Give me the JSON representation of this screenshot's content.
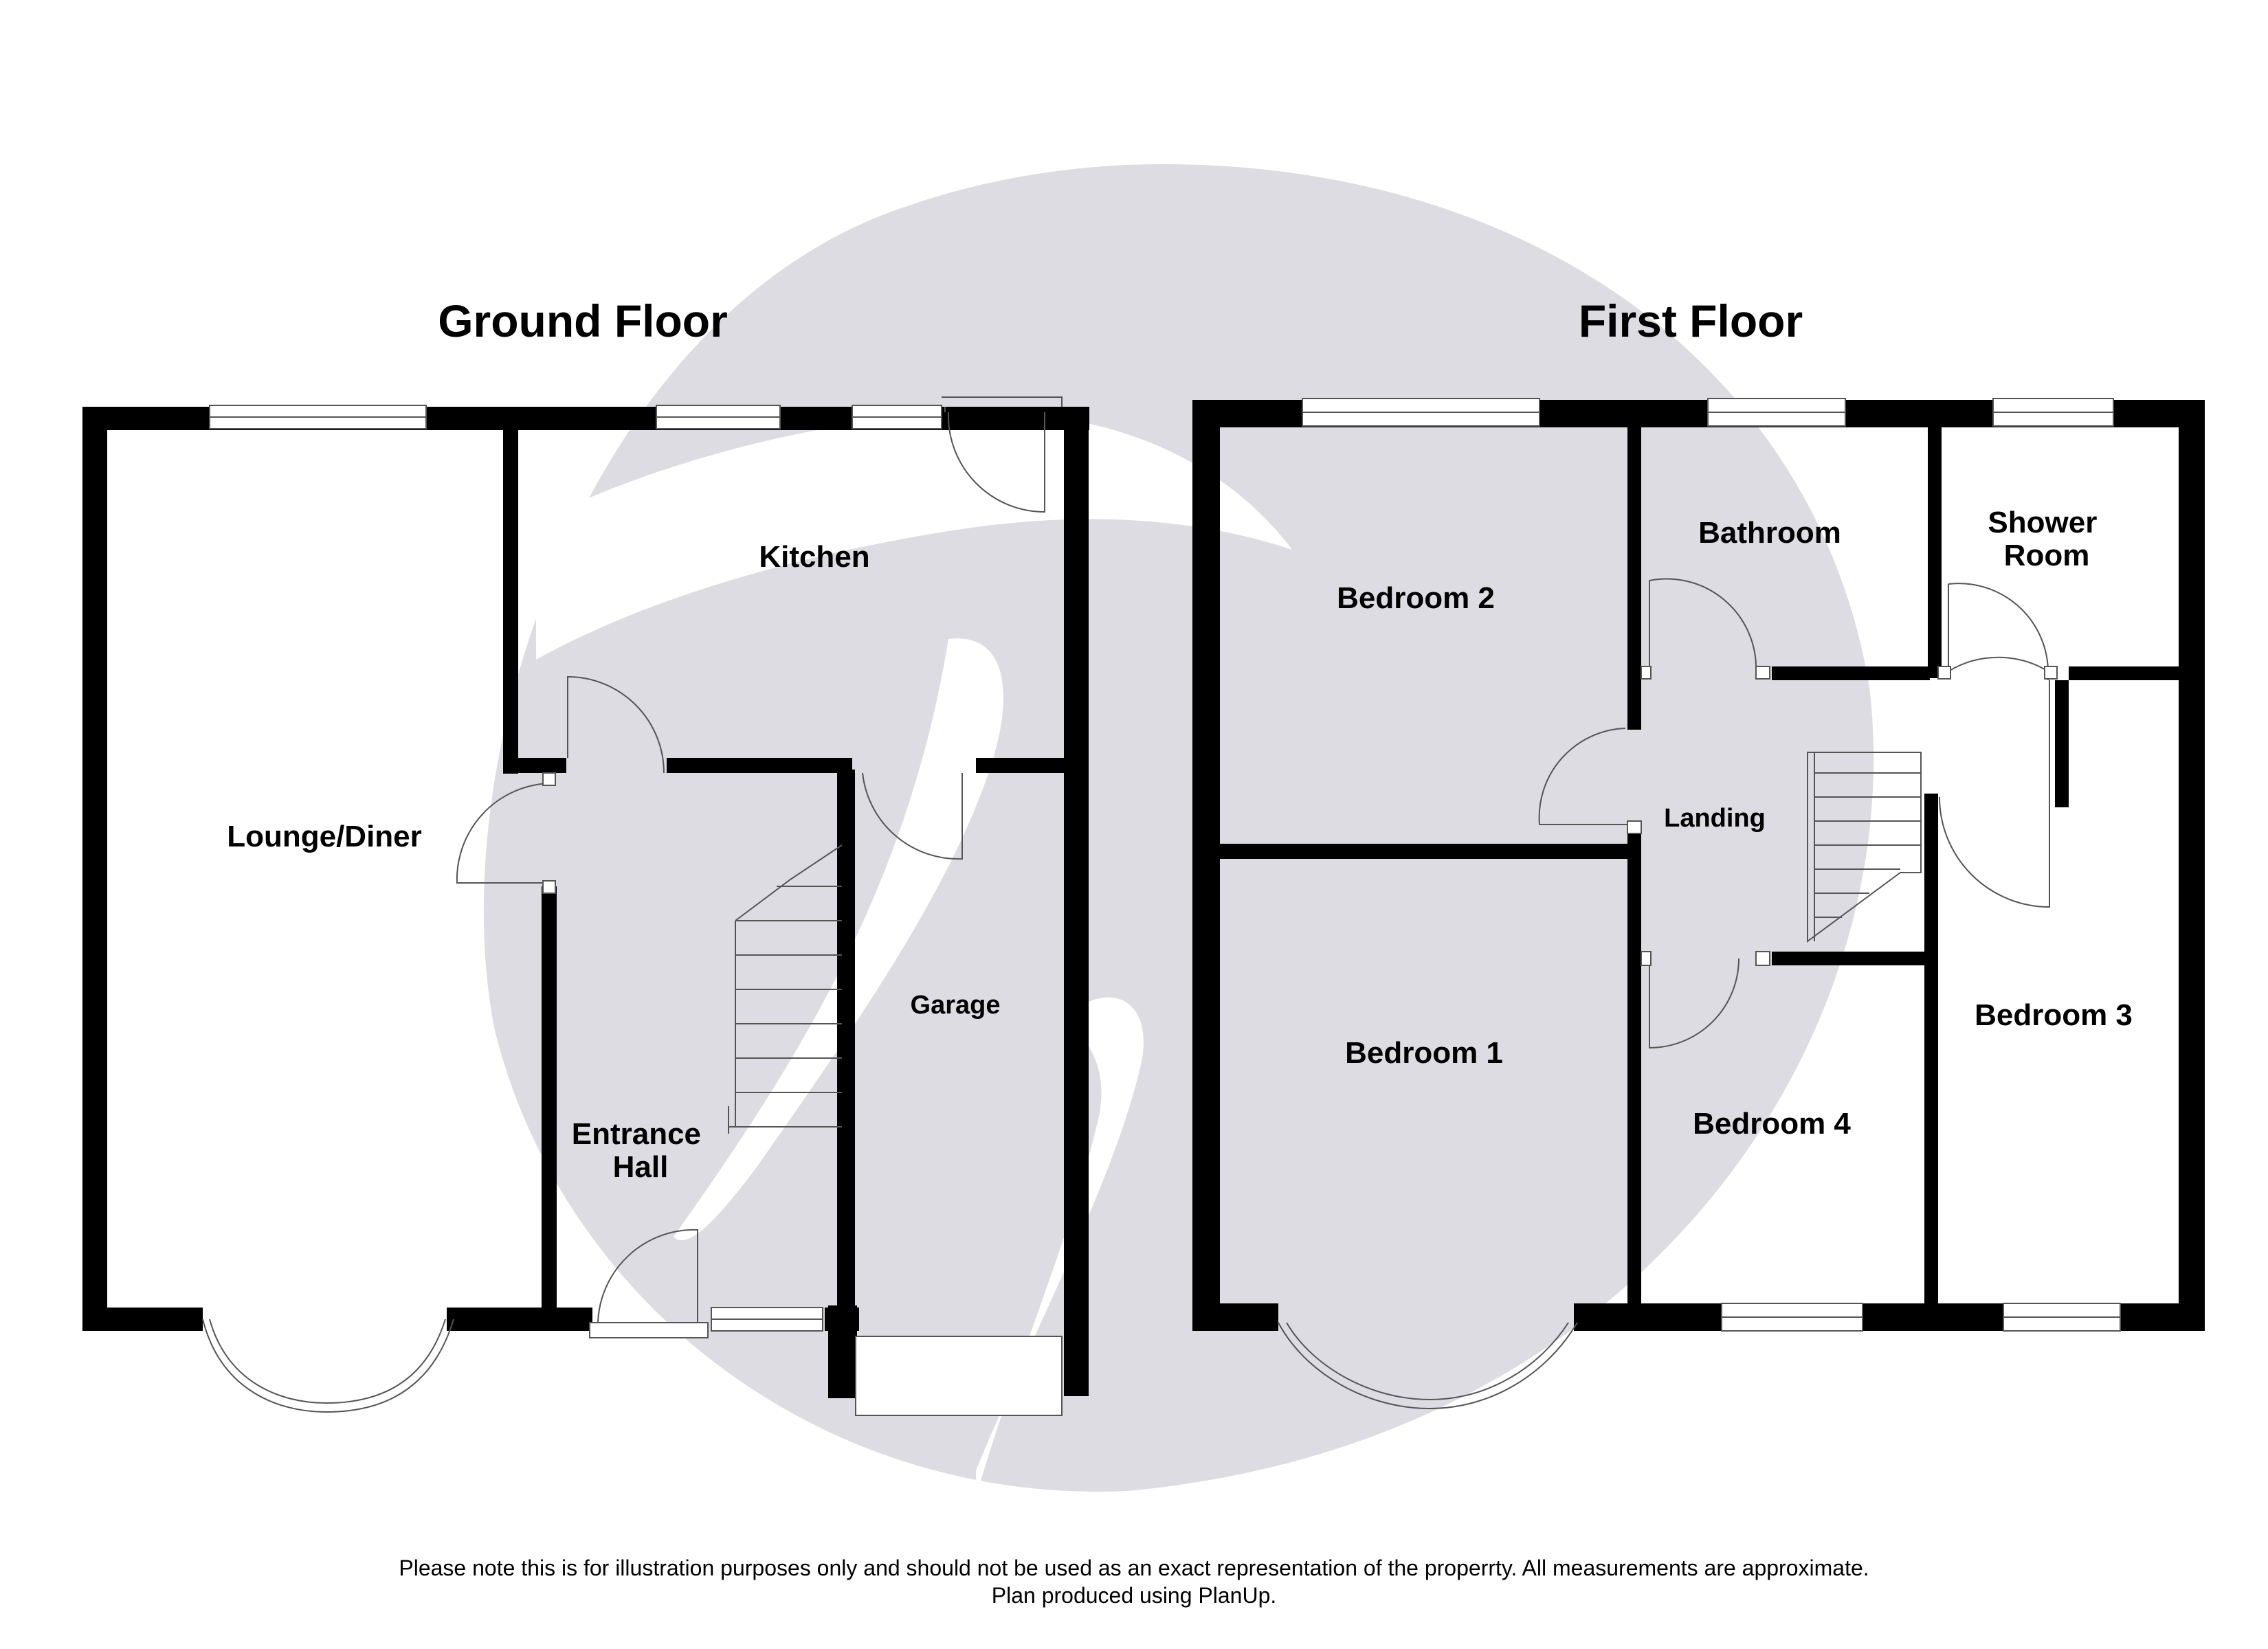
{
  "floors": [
    {
      "title": "Ground Floor",
      "rooms": [
        "Kitchen",
        "Lounge/Diner",
        "Garage",
        "Entrance Hall"
      ]
    },
    {
      "title": "First Floor",
      "rooms": [
        "Bedroom 2",
        "Bathroom",
        "Shower Room",
        "Landing",
        "Bedroom 1",
        "Bedroom 4",
        "Bedroom 3"
      ]
    }
  ],
  "disclaimer": {
    "line1": "Please note this is for illustration purposes only and should not be used as an exact representation of the properrty. All measurements are approximate.",
    "line2": "Plan produced using PlanUp."
  },
  "watermark": "planup-logo"
}
